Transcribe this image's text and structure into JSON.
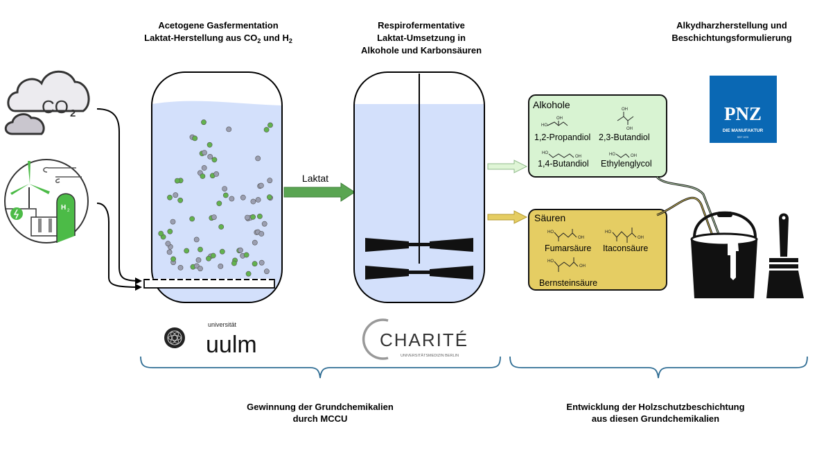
{
  "stages": {
    "gas_fermentation": {
      "line1": "Acetogene Gasfermentation",
      "line2_prefix": "Laktat-Herstellung aus CO",
      "sub2a": "2",
      "line2_mid": " und H",
      "sub2b": "2"
    },
    "respiro": {
      "line1": "Respirofermentative",
      "line2": "Laktat-Umsetzung in",
      "line3": "Alkohole und Karbonsäuren"
    },
    "alkyd": {
      "line1": "Alkydharzherstellung und",
      "line2": "Beschichtungsformulierung"
    }
  },
  "inputs": {
    "co2_label": "CO",
    "co2_sub": "2",
    "h2_label": "H",
    "h2_sub": "2"
  },
  "flow": {
    "laktat_label": "Laktat"
  },
  "alcohols": {
    "title": "Alkohole",
    "items": [
      "1,2-Propandiol",
      "2,3-Butandiol",
      "1,4-Butandiol",
      "Ethylenglycol"
    ]
  },
  "acids": {
    "title": "Säuren",
    "items": [
      "Fumarsäure",
      "Itaconsäure",
      "Bernsteinsäure"
    ]
  },
  "chem_labels": {
    "oh": "OH",
    "ho": "HO"
  },
  "logos": {
    "ulm": {
      "small": "universität",
      "big": "uulm"
    },
    "charite": {
      "name": "CHARITÉ",
      "sub": "UNIVERSITÄTSMEDIZIN BERLIN"
    },
    "pnz": {
      "name": "PNZ",
      "sub": "DIE MANUFAKTUR",
      "since": "SEIT 1970"
    }
  },
  "braces": {
    "left": {
      "line1": "Gewinnung der Grundchemikalien",
      "line2": "durch MCCU"
    },
    "right": {
      "line1": "Entwicklung der Holzschutzbeschichtung",
      "line2": "aus diesen Grundchemikalien"
    }
  },
  "colors": {
    "liquid": "#d3e0fb",
    "green_dot": "#62b24e",
    "grey_dot": "#9a9eb0",
    "laktat_arrow": "#5aa552",
    "alcohol_box": "#d8f3d2",
    "acid_box": "#e5cd63",
    "pnz_blue": "#0a68b4",
    "brace": "#2f6d94",
    "energy_green": "#4cbb47"
  }
}
